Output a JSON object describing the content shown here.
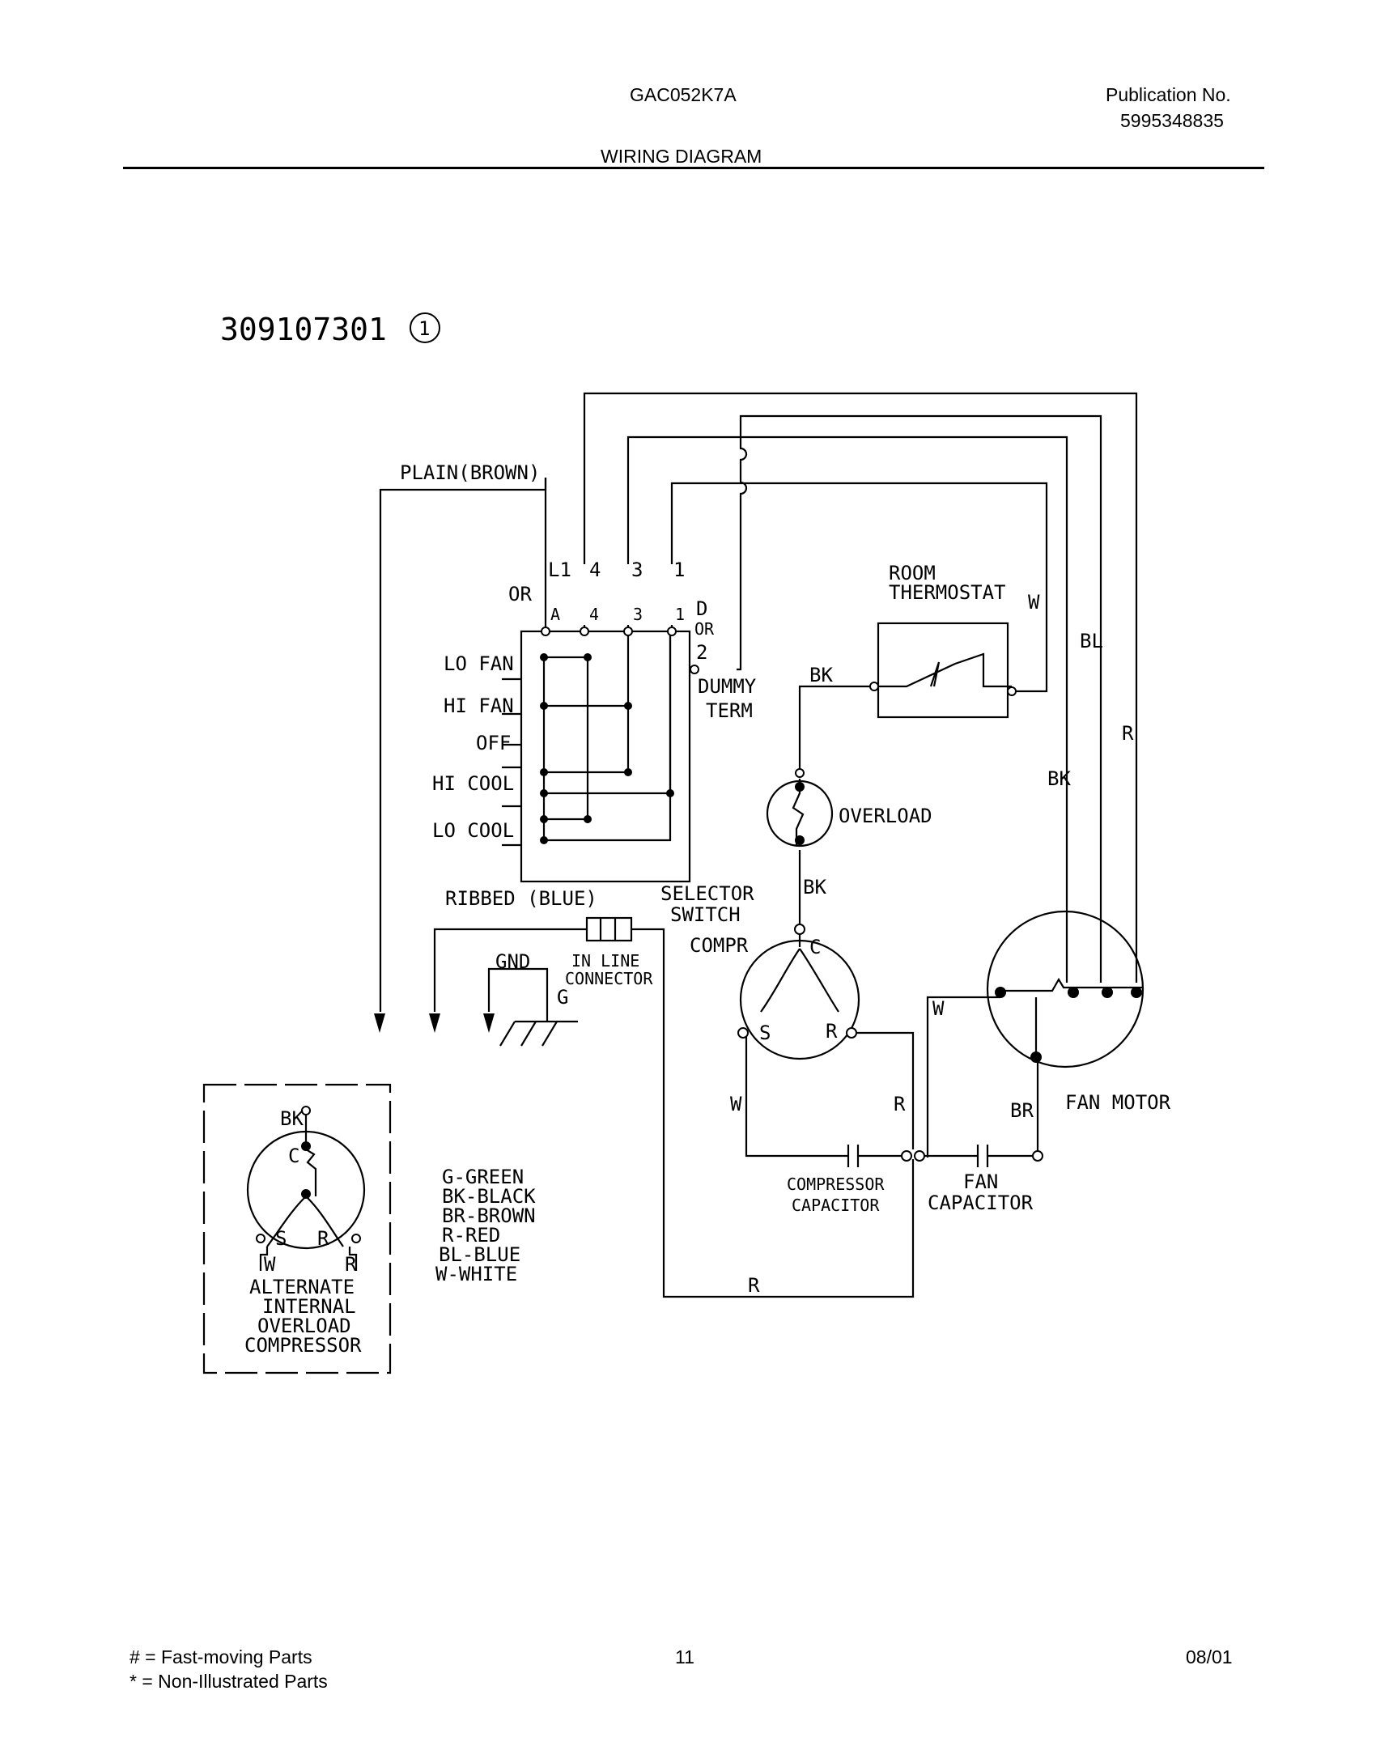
{
  "header": {
    "model": "GAC052K7A",
    "publication_label": "Publication No.",
    "publication_number": "5995348835",
    "title": "WIRING DIAGRAM"
  },
  "diagram": {
    "part_number": "309107301",
    "revision": "1",
    "wire_plain": "PLAIN(BROWN)",
    "wire_ribbed": "RIBBED (BLUE)",
    "selector": {
      "or_top": "OR",
      "terminals_top": [
        "L1",
        "4",
        "3",
        "1"
      ],
      "terminals_bottom": [
        "A",
        "4",
        "3",
        "1",
        "D"
      ],
      "or_small": "OR",
      "two": "2",
      "dummy_term": "DUMMY",
      "dummy_term2": "TERM",
      "positions": [
        "LO FAN",
        "HI FAN",
        "OFF",
        "HI COOL",
        "LO COOL"
      ],
      "label1": "SELECTOR",
      "label2": "SWITCH"
    },
    "thermostat": {
      "label1": "ROOM",
      "label2": "THERMOSTAT",
      "wire_in": "BK",
      "wire_out": "W"
    },
    "overload": {
      "label": "OVERLOAD",
      "wire": "BK"
    },
    "compressor": {
      "label": "COMPR",
      "c": "C",
      "s": "S",
      "r": "R",
      "wire_s": "W",
      "wire_r": "R"
    },
    "fan_motor": {
      "label": "FAN MOTOR",
      "wire_bl": "BL",
      "wire_r": "R",
      "wire_bk": "BK",
      "wire_w": "W",
      "wire_br": "BR"
    },
    "capacitors": {
      "compressor1": "COMPRESSOR",
      "compressor2": "CAPACITOR",
      "fan1": "FAN",
      "fan2": "CAPACITOR"
    },
    "bottom_wire": "R",
    "gnd": "GND",
    "g": "G",
    "connector1": "IN LINE",
    "connector2": "CONNECTOR",
    "legend": [
      "G-GREEN",
      "BK-BLACK",
      "BR-BROWN",
      "R-RED",
      "BL-BLUE",
      "W-WHITE"
    ],
    "alternate": {
      "bk": "BK",
      "c": "C",
      "s": "S",
      "r": "R",
      "w": "W",
      "r2": "R",
      "label1": "ALTERNATE",
      "label2": "INTERNAL",
      "label3": "OVERLOAD",
      "label4": "COMPRESSOR"
    }
  },
  "footer": {
    "fast_moving": "# = Fast-moving Parts",
    "non_illustrated": "* = Non-Illustrated Parts",
    "page": "11",
    "date": "08/01"
  }
}
